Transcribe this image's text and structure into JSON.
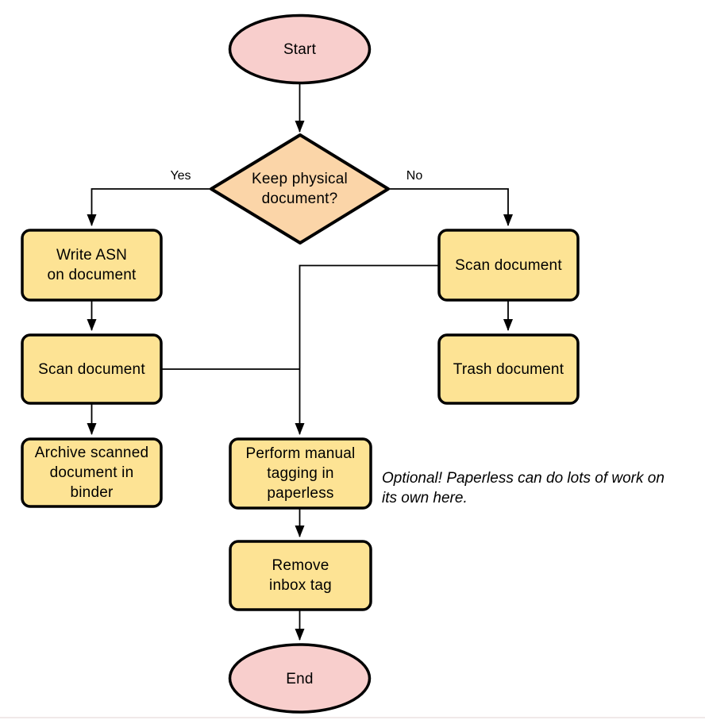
{
  "diagram": {
    "nodes": [
      {
        "id": "start",
        "type": "terminator",
        "label": "Start"
      },
      {
        "id": "decision",
        "type": "decision",
        "label": "Keep physical\ndocument?"
      },
      {
        "id": "write-asn",
        "type": "process",
        "label": "Write ASN\non document"
      },
      {
        "id": "scan-left",
        "type": "process",
        "label": "Scan document"
      },
      {
        "id": "archive",
        "type": "process",
        "label": "Archive scanned\ndocument in\nbinder"
      },
      {
        "id": "scan-right",
        "type": "process",
        "label": "Scan document"
      },
      {
        "id": "trash",
        "type": "process",
        "label": "Trash document"
      },
      {
        "id": "tagging",
        "type": "process",
        "label": "Perform manual\ntagging in\npaperless"
      },
      {
        "id": "remove-inbox",
        "type": "process",
        "label": "Remove\ninbox tag"
      },
      {
        "id": "end",
        "type": "terminator",
        "label": "End"
      }
    ],
    "edge_labels": {
      "yes": "Yes",
      "no": "No"
    },
    "note": "Optional! Paperless can do lots of work on\nits own here.",
    "colors": {
      "terminator_fill": "#f8cecc",
      "decision_fill": "#fbd5a8",
      "process_fill": "#fde394",
      "stroke": "#000000"
    }
  }
}
